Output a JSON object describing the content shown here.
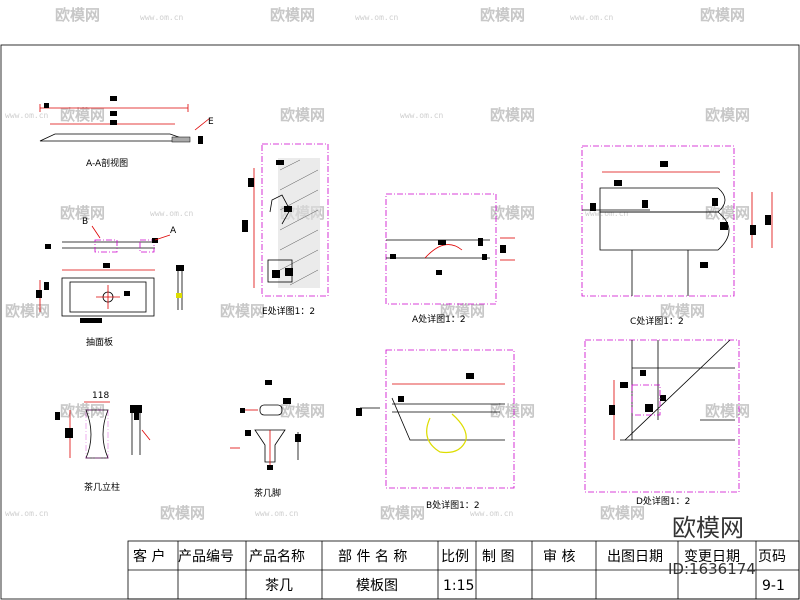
{
  "watermark": {
    "brand": "欧模网",
    "url": "www.om.cn"
  },
  "views": {
    "aa_section": "A-A剖视图",
    "panel": "抽面板",
    "post": "茶几立柱",
    "post_dim": "118",
    "leg": "茶几脚",
    "detail_e": "E处详图1：2",
    "detail_a": "A处详图1：2",
    "detail_b": "B处详图1：2",
    "detail_c": "C处详图1：2",
    "detail_d": "D处详图1：2",
    "mark_a": "A",
    "mark_b": "B",
    "mark_e": "E"
  },
  "title_block": {
    "headers": [
      "客 户",
      "产品编号",
      "产品名称",
      "部 件 名 称",
      "比例",
      "制 图",
      "审 核",
      "出图日期",
      "变更日期",
      "页码"
    ],
    "values": [
      "",
      "",
      "茶几",
      "模板图",
      "1:15",
      "",
      "",
      "",
      "",
      "9-1"
    ]
  },
  "corner": {
    "brand": "欧模网",
    "id": "ID:1636174"
  }
}
